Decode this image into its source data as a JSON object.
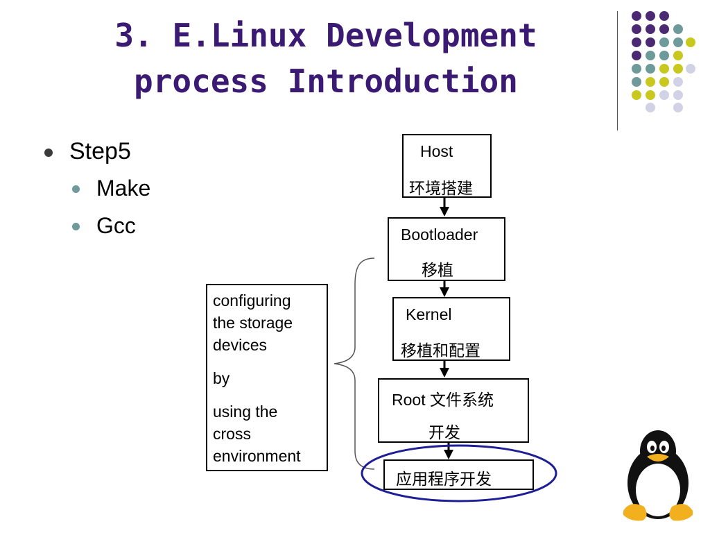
{
  "slide": {
    "title_line1": "3. E.Linux Development",
    "title_line2": "process Introduction"
  },
  "bullets": {
    "main": "Step5",
    "subs": [
      "Make",
      "Gcc"
    ]
  },
  "flow_steps": [
    {
      "en": "Host",
      "zh": "环境搭建"
    },
    {
      "en": "Bootloader",
      "zh": "移植"
    },
    {
      "en": "Kernel",
      "zh": "移植和配置"
    },
    {
      "en": "Root",
      "zh": "文件系统",
      "zh2": "开发"
    },
    {
      "zh": "应用程序开发"
    }
  ],
  "side_note": {
    "lines": [
      "configuring",
      "the storage",
      "devices",
      "by",
      "using the",
      "cross",
      "environment"
    ]
  },
  "colors": {
    "title": "#3b1a73",
    "dot_purple": "#4b2a73",
    "dot_teal": "#6e9a9a",
    "dot_yellow": "#c8c81e",
    "dot_lavender": "#d2d2e6",
    "highlight_ellipse": "#1e1e96"
  },
  "icons": {
    "mascot": "tux-penguin-icon",
    "decoration": "dot-grid-decoration"
  }
}
